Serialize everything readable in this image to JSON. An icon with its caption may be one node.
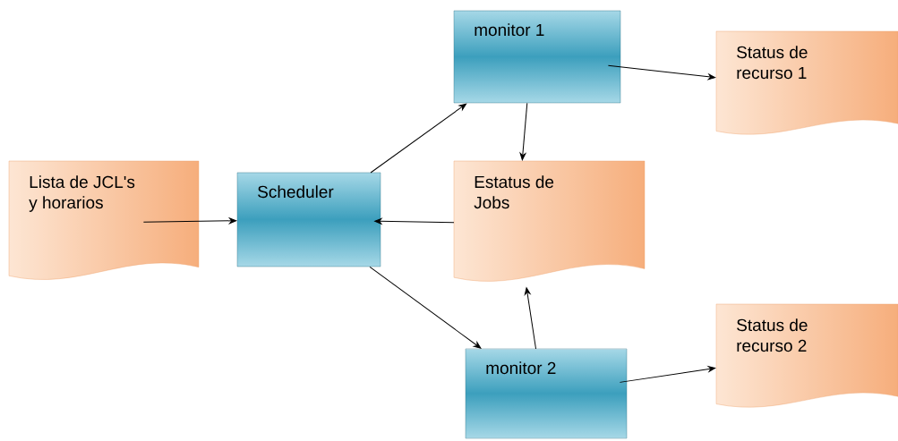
{
  "diagram": {
    "nodes": [
      {
        "text": [
          "Lista de JCL's y horarios"
        ]
      },
      {
        "text": [
          "Scheduler"
        ]
      },
      {
        "text": [
          "monitor 1"
        ]
      },
      {
        "text": [
          "Estatus de Jobs"
        ]
      },
      {
        "text": [
          "monitor 2"
        ]
      },
      {
        "text": [
          "Status de recurso 1"
        ]
      },
      {
        "text": [
          "Status de recurso 2"
        ]
      }
    ],
    "edges": [
      {
        "from": 0,
        "to": 1,
        "arrow": "to"
      },
      {
        "from": 1,
        "to": 2,
        "arrow": "to"
      },
      {
        "from": 3,
        "to": 1,
        "arrow": "to"
      },
      {
        "from": 1,
        "to": 4,
        "arrow": "to"
      },
      {
        "from": 2,
        "to": 3,
        "arrow": "to"
      },
      {
        "from": 4,
        "to": 3,
        "arrow": "to"
      },
      {
        "from": 2,
        "to": 5,
        "arrow": "to"
      },
      {
        "from": 4,
        "to": 6,
        "arrow": "to"
      }
    ]
  }
}
